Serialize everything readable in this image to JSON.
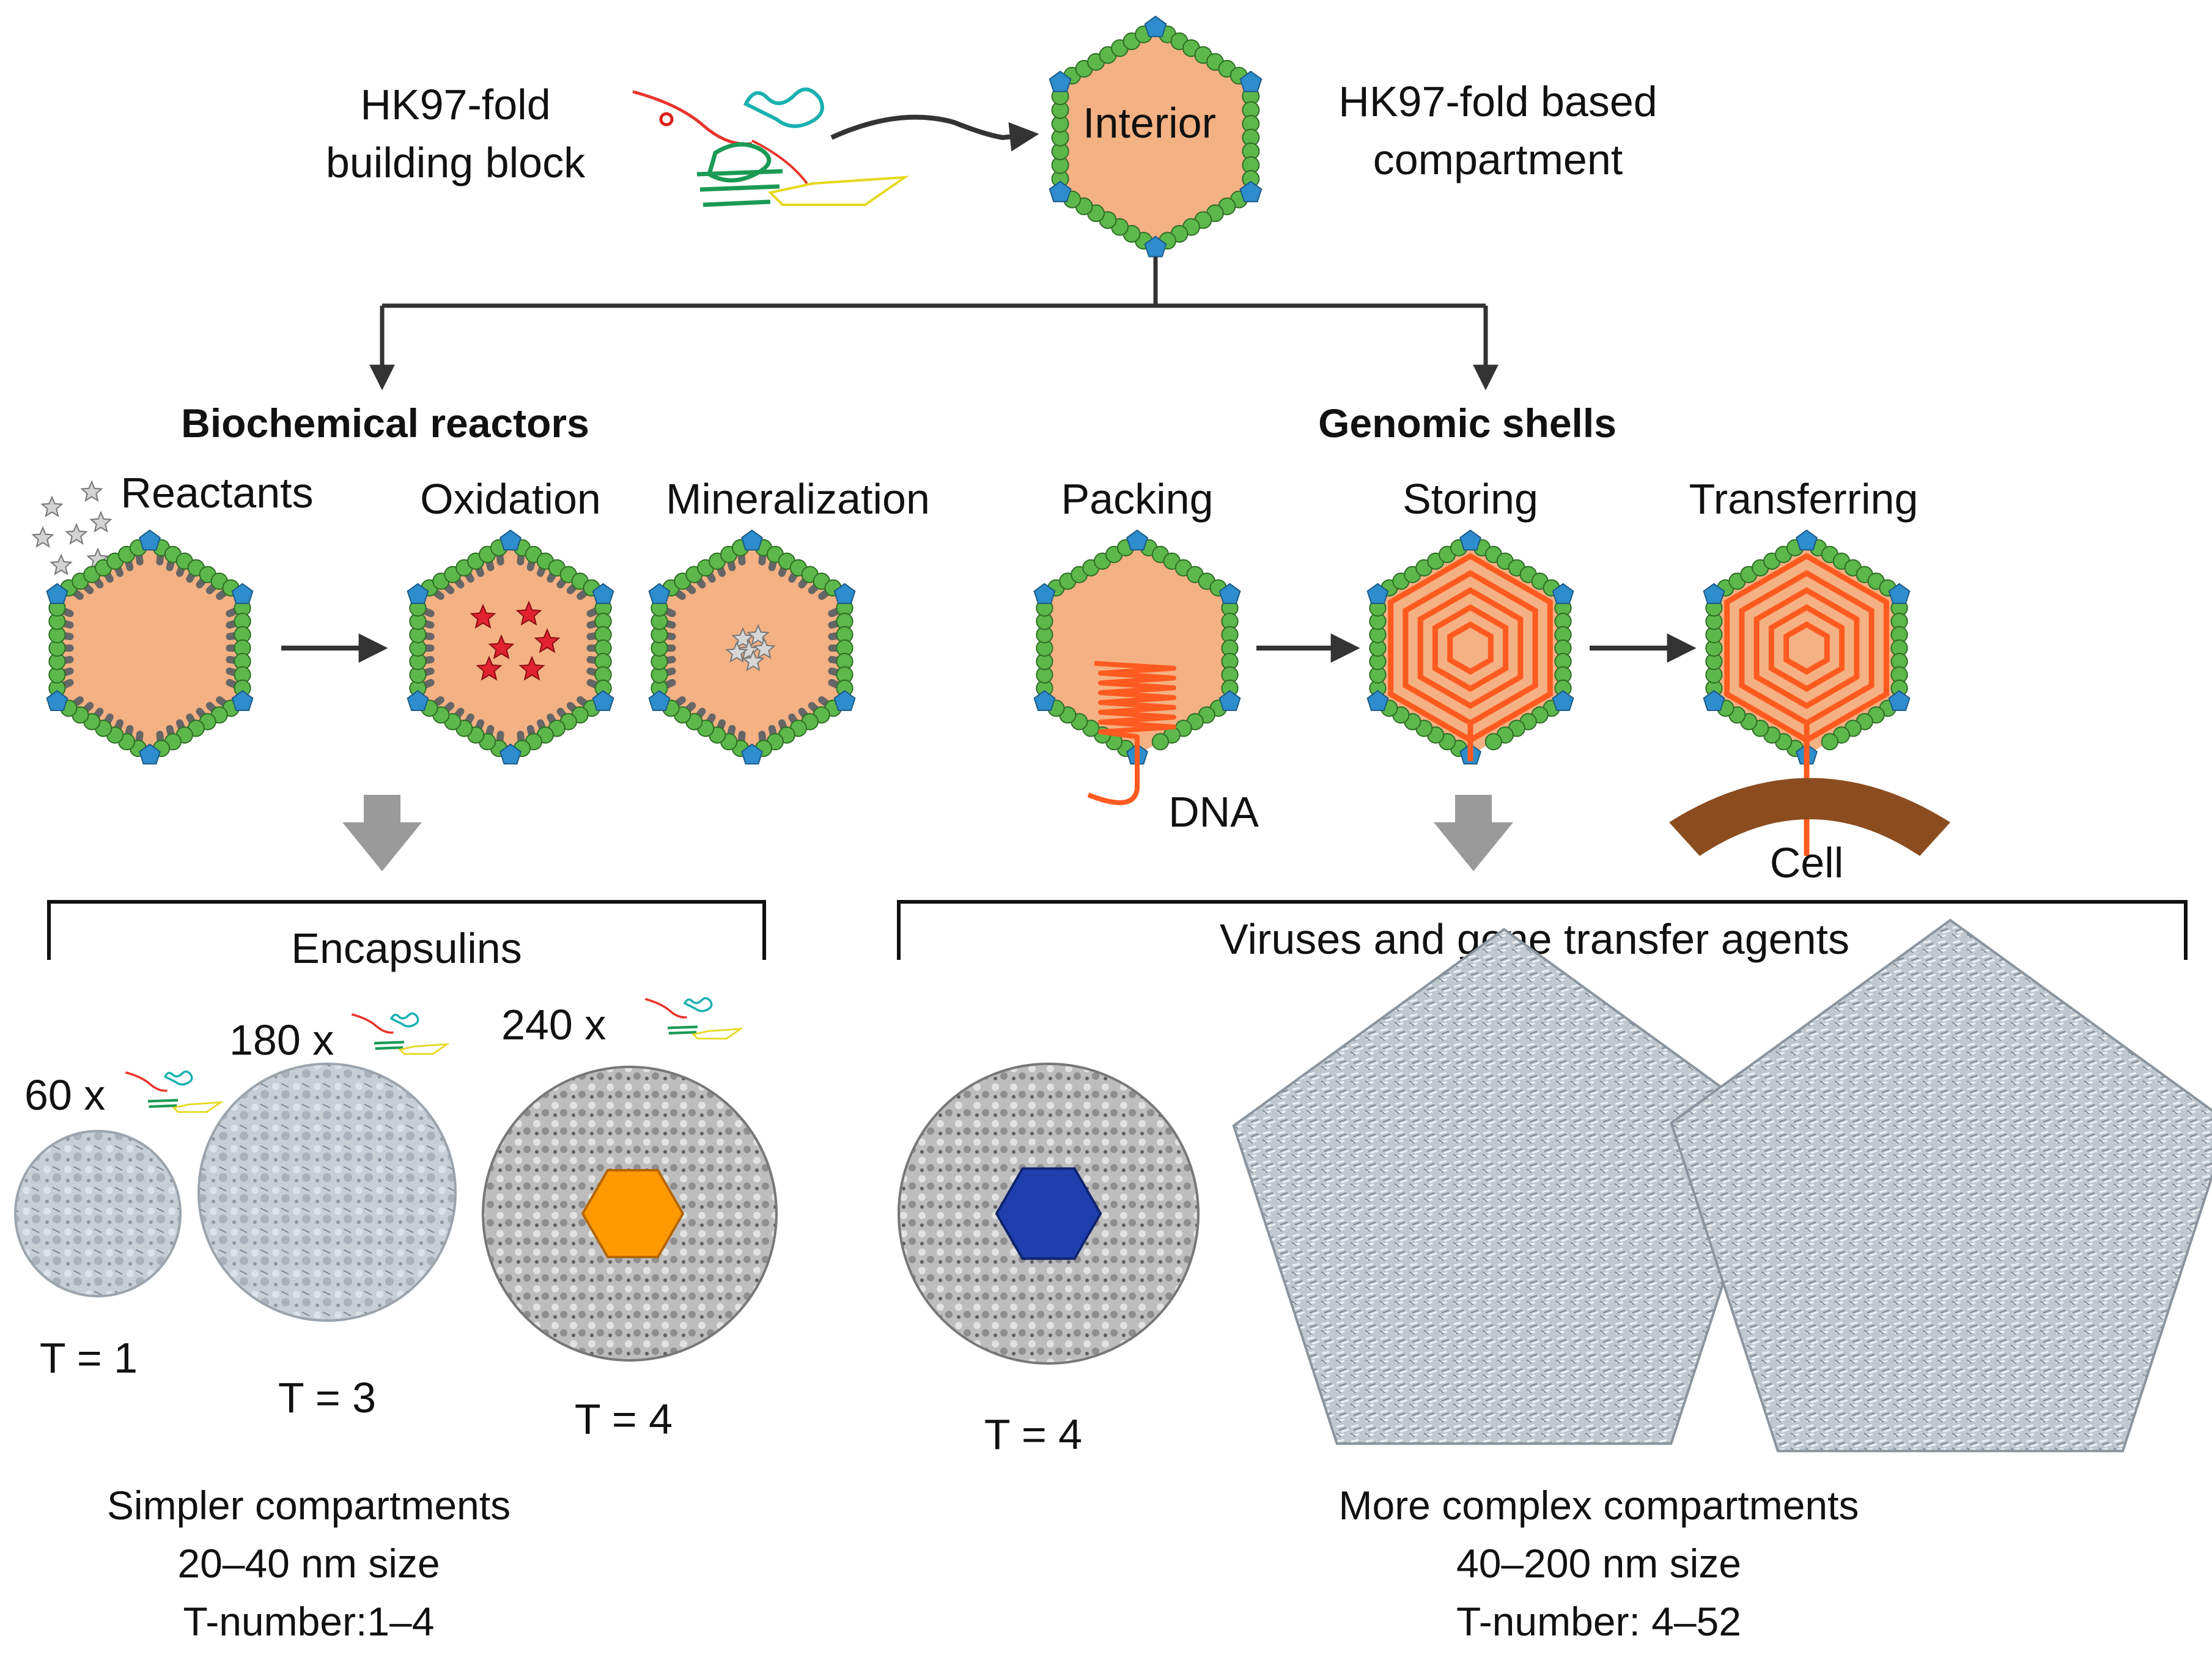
{
  "building_block": {
    "line1": "HK97-fold",
    "line2": "building block"
  },
  "center": {
    "interior_label": "Interior",
    "line1": "HK97-fold based",
    "line2": "compartment"
  },
  "branches": {
    "left": {
      "title": "Biochemical reactors",
      "reactants": "Reactants",
      "oxidation": "Oxidation",
      "mineralization": "Mineralization"
    },
    "right": {
      "title": "Genomic shells",
      "packing": "Packing",
      "storing": "Storing",
      "transferring": "Transferring",
      "dna": "DNA",
      "cell": "Cell"
    }
  },
  "groups": {
    "encapsulins": {
      "label": "Encapsulins",
      "items": [
        {
          "count": "60 x",
          "t": "T = 1"
        },
        {
          "count": "180 x",
          "t": "T = 3"
        },
        {
          "count": "240 x",
          "t": "T = 4"
        }
      ],
      "summary": [
        "Simpler compartments",
        "20–40 nm size",
        "T-number:1–4"
      ]
    },
    "viruses": {
      "label": "Viruses and gene transfer agents",
      "t": "T = 4",
      "summary": [
        "More complex compartments",
        "40–200 nm size",
        "T-number: 4–52"
      ]
    }
  },
  "colors": {
    "interior": "#f4b183",
    "subunit_green": "#5cb84a",
    "vertex_blue": "#2e8dcc",
    "dna_orange": "#ff5a1f",
    "cell_brown": "#8b4d1f",
    "capsid_grey": "#c5ccd4",
    "hexamer_orange": "#ff9900",
    "hexamer_blue": "#1f3fae",
    "arrow_dark": "#333333",
    "arrow_grey": "#999999"
  }
}
